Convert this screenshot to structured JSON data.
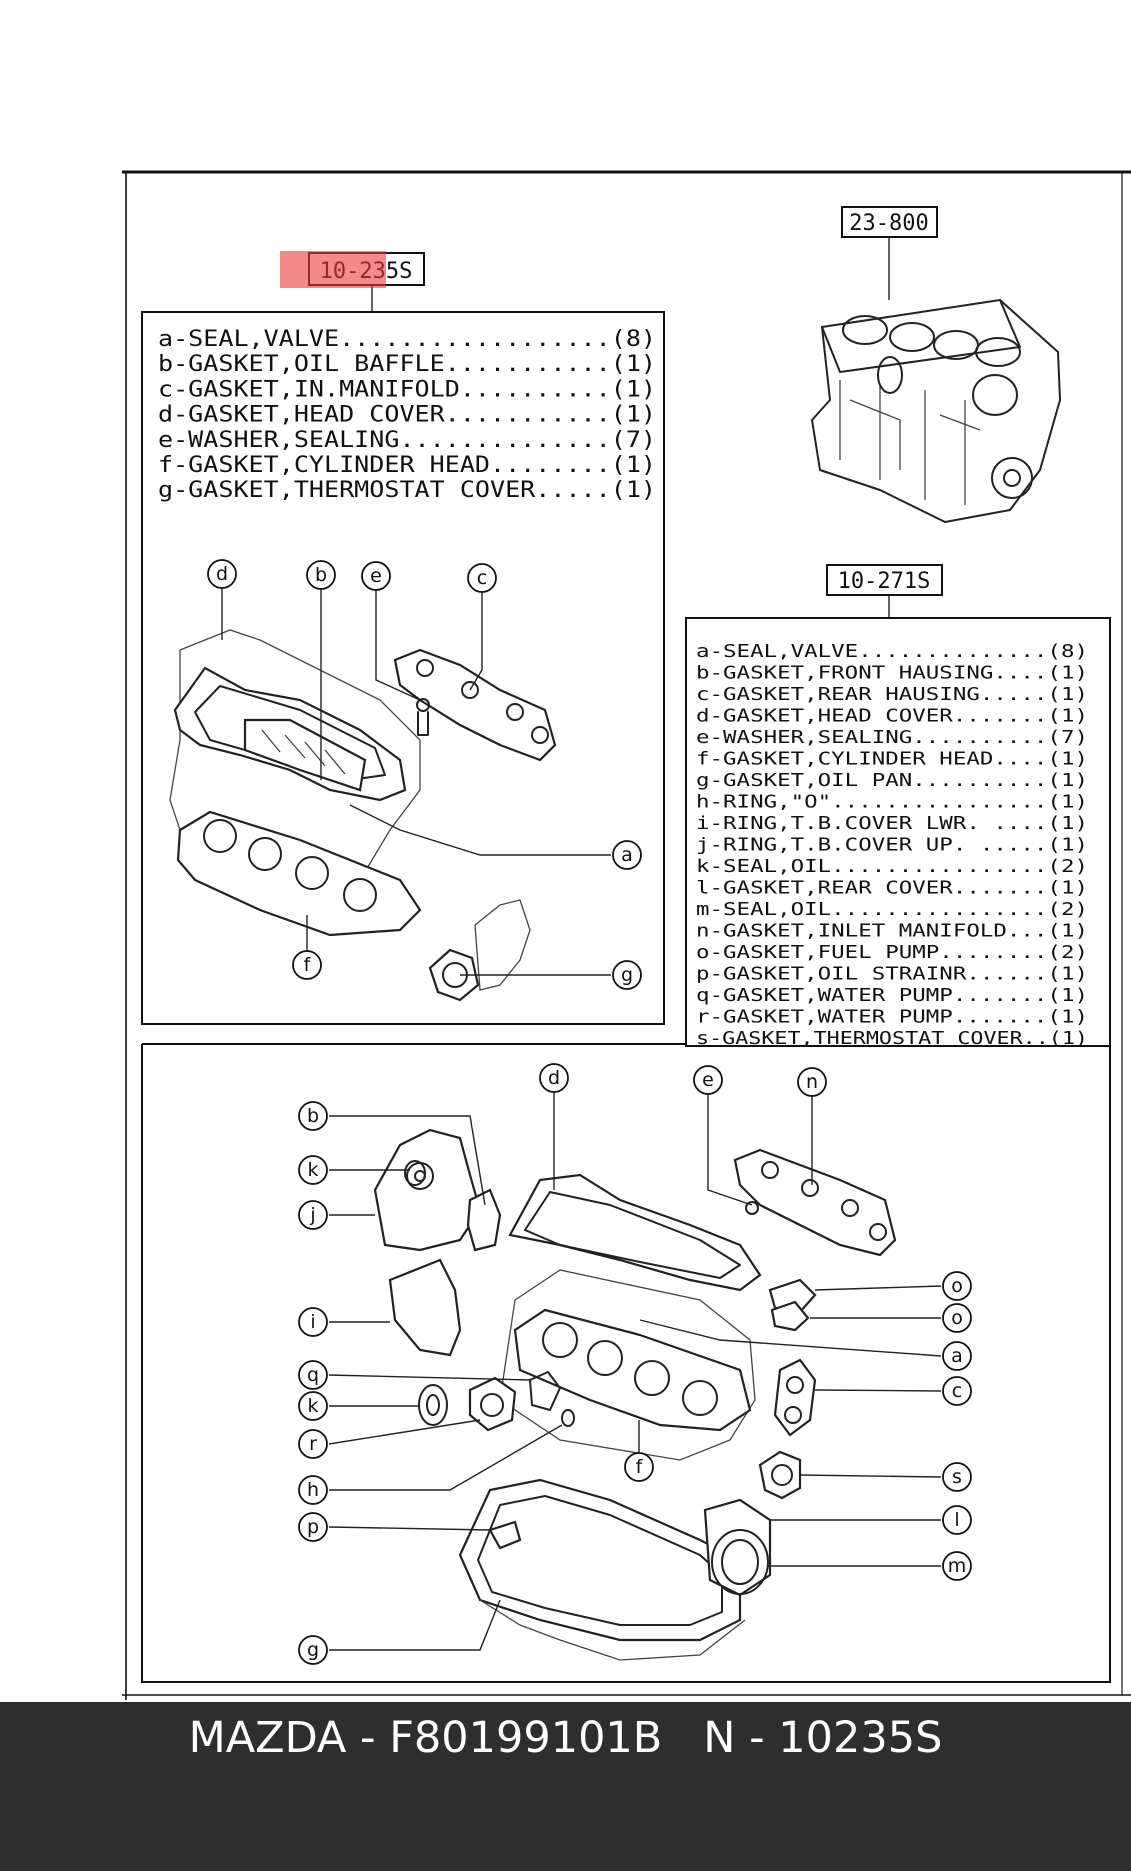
{
  "ref_top_left": "10-235S",
  "ref_block": "23-800",
  "ref_right": "10-271S",
  "list_235S": [
    "a-SEAL,VALVE..................(8)",
    "b-GASKET,OIL BAFFLE...........(1)",
    "c-GASKET,IN.MANIFOLD..........(1)",
    "d-GASKET,HEAD COVER...........(1)",
    "e-WASHER,SEALING..............(7)",
    "f-GASKET,CYLINDER HEAD........(1)",
    "g-GASKET,THERMOSTAT COVER.....(1)"
  ],
  "list_271S": [
    "a-SEAL,VALVE..............(8)",
    "b-GASKET,FRONT HAUSING....(1)",
    "c-GASKET,REAR HAUSING.....(1)",
    "d-GASKET,HEAD COVER.......(1)",
    "e-WASHER,SEALING..........(7)",
    "f-GASKET,CYLINDER HEAD....(1)",
    "g-GASKET,OIL PAN..........(1)",
    "h-RING,\"O\"................(1)",
    "i-RING,T.B.COVER LWR. ....(1)",
    "j-RING,T.B.COVER UP. .....(1)",
    "k-SEAL,OIL................(2)",
    "l-GASKET,REAR COVER.......(1)",
    "m-SEAL,OIL................(2)",
    "n-GASKET,INLET MANIFOLD...(1)",
    "o-GASKET,FUEL PUMP........(2)",
    "p-GASKET,OIL STRAINR......(1)",
    "q-GASKET,WATER PUMP.......(1)",
    "r-GASKET,WATER PUMP.......(1)",
    "s-GASKET,THERMOSTAT COVER..(1)"
  ],
  "callouts_top": [
    "d",
    "b",
    "e",
    "c",
    "a",
    "f",
    "g"
  ],
  "callouts_bottom": [
    "d",
    "e",
    "n",
    "b",
    "k",
    "j",
    "o",
    "o",
    "i",
    "a",
    "q",
    "c",
    "k",
    "r",
    "f",
    "s",
    "h",
    "l",
    "p",
    "m",
    "g"
  ],
  "footer": {
    "brand": "MAZDA",
    "part_number": "F80199101B",
    "ref": "N - 10235S",
    "text": "MAZDA - F80199101B   N - 10235S"
  }
}
